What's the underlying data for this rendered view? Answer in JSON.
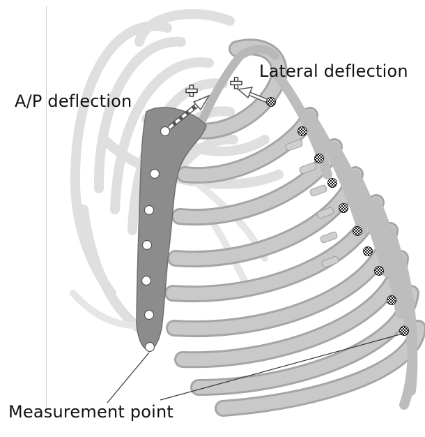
{
  "labels": {
    "ap_deflection": "A/P deflection",
    "lateral_deflection": "Lateral deflection",
    "measurement_point": "Measurement point"
  },
  "colors": {
    "front_ribs": "#c4c4c4",
    "rib_edge": "#9a9a9a",
    "back_ribs": "#dcdcdc",
    "sternum": "#8c8c8c",
    "sternum_points": "#ffffff",
    "lateral_points": "checkered black/white",
    "arrows": "#ffffff"
  },
  "icons": {
    "sternal_marker": "white-circle",
    "lateral_marker": "checkered-circle",
    "target_marker": "plus-cross",
    "direction_arrow": "white-arrow"
  }
}
